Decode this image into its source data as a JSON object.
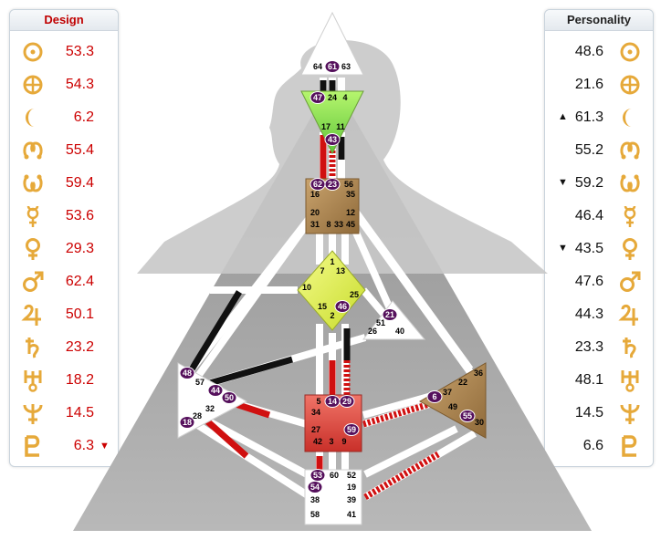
{
  "design": {
    "title": "Design",
    "rows": [
      {
        "icon": "sun-icon",
        "value": "53.3",
        "arrow": ""
      },
      {
        "icon": "earth-icon",
        "value": "54.3",
        "arrow": ""
      },
      {
        "icon": "moon-icon",
        "value": "6.2",
        "arrow": ""
      },
      {
        "icon": "north-node-icon",
        "value": "55.4",
        "arrow": ""
      },
      {
        "icon": "south-node-icon",
        "value": "59.4",
        "arrow": ""
      },
      {
        "icon": "mercury-icon",
        "value": "53.6",
        "arrow": ""
      },
      {
        "icon": "venus-icon",
        "value": "29.3",
        "arrow": ""
      },
      {
        "icon": "mars-icon",
        "value": "62.4",
        "arrow": ""
      },
      {
        "icon": "jupiter-icon",
        "value": "50.1",
        "arrow": ""
      },
      {
        "icon": "saturn-icon",
        "value": "23.2",
        "arrow": ""
      },
      {
        "icon": "uranus-icon",
        "value": "18.2",
        "arrow": ""
      },
      {
        "icon": "neptune-icon",
        "value": "14.5",
        "arrow": ""
      },
      {
        "icon": "pluto-icon",
        "value": "6.3",
        "arrow": "▼"
      }
    ]
  },
  "personality": {
    "title": "Personality",
    "rows": [
      {
        "icon": "sun-icon",
        "value": "48.6",
        "arrow": ""
      },
      {
        "icon": "earth-icon",
        "value": "21.6",
        "arrow": ""
      },
      {
        "icon": "moon-icon",
        "value": "61.3",
        "arrow": "▲"
      },
      {
        "icon": "north-node-icon",
        "value": "55.2",
        "arrow": ""
      },
      {
        "icon": "south-node-icon",
        "value": "59.2",
        "arrow": "▼"
      },
      {
        "icon": "mercury-icon",
        "value": "46.4",
        "arrow": ""
      },
      {
        "icon": "venus-icon",
        "value": "43.5",
        "arrow": "▼"
      },
      {
        "icon": "mars-icon",
        "value": "47.6",
        "arrow": ""
      },
      {
        "icon": "jupiter-icon",
        "value": "44.3",
        "arrow": ""
      },
      {
        "icon": "saturn-icon",
        "value": "23.3",
        "arrow": ""
      },
      {
        "icon": "uranus-icon",
        "value": "48.1",
        "arrow": ""
      },
      {
        "icon": "neptune-icon",
        "value": "14.5",
        "arrow": ""
      },
      {
        "icon": "pluto-icon",
        "value": "6.6",
        "arrow": ""
      }
    ]
  },
  "colors": {
    "design_accent": "#cc0000",
    "glyph_gold": "#e6a93a",
    "head_center": "#ffffff",
    "ajna_center": "#8fe35a",
    "throat_center": "#a57f4c",
    "g_center": "#e4f25a",
    "heart_center": "#ffffff",
    "spleen_center": "#ffffff",
    "sacral_center": "#e0463c",
    "solar_plexus_center": "#a57f4c",
    "root_center": "#ffffff",
    "active_gate": "#55105c"
  },
  "gates": {
    "head": [
      "64",
      "61",
      "63"
    ],
    "ajna": [
      "47",
      "24",
      "4",
      "17",
      "11",
      "43"
    ],
    "throat": [
      "62",
      "23",
      "56",
      "16",
      "35",
      "20",
      "12",
      "31",
      "8",
      "33",
      "45"
    ],
    "g": [
      "1",
      "7",
      "13",
      "10",
      "25",
      "15",
      "46",
      "2"
    ],
    "heart": [
      "21",
      "51",
      "26",
      "40"
    ],
    "spleen": [
      "48",
      "57",
      "44",
      "50",
      "32",
      "28",
      "18"
    ],
    "sacral": [
      "5",
      "14",
      "29",
      "34",
      "27",
      "59",
      "42",
      "3",
      "9"
    ],
    "solar_plexus": [
      "36",
      "22",
      "6",
      "37",
      "49",
      "55",
      "30"
    ],
    "root": [
      "53",
      "60",
      "52",
      "54",
      "19",
      "38",
      "39",
      "58",
      "41"
    ]
  },
  "active_gates": [
    "61",
    "47",
    "43",
    "62",
    "23",
    "46",
    "21",
    "48",
    "44",
    "50",
    "18",
    "14",
    "29",
    "59",
    "6",
    "55",
    "53",
    "54"
  ]
}
